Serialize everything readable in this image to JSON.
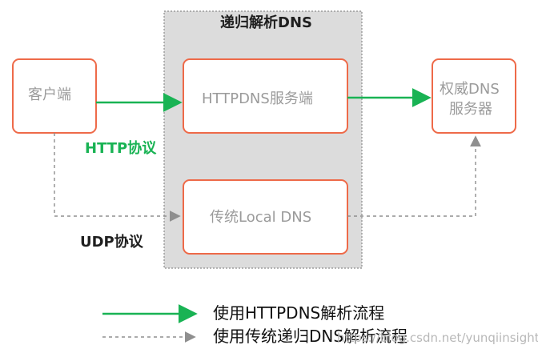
{
  "colors": {
    "green": "#19b354",
    "gray": "#9a9a9a",
    "box_border": "#ee6a49",
    "region_fill": "#dcdcdc"
  },
  "diagram": {
    "region_title": "递归解析DNS",
    "client_label": "客户端",
    "httpdns_service_label": "HTTPDNS服务端",
    "local_dns_label": "传统Local DNS",
    "authoritative_label_line1": "权威DNS",
    "authoritative_label_line2": "服务器",
    "http_protocol_label": "HTTP协议",
    "udp_protocol_label": "UDP协议"
  },
  "legend": {
    "httpdns_flow": "使用HTTPDNS解析流程",
    "traditional_flow": "使用传统递归DNS解析流程"
  },
  "watermark": "https://blog.csdn.net/yunqiinsight",
  "icons": {
    "solid_arrow": "solid-arrow-icon",
    "dashed_arrow": "dashed-arrow-icon"
  }
}
